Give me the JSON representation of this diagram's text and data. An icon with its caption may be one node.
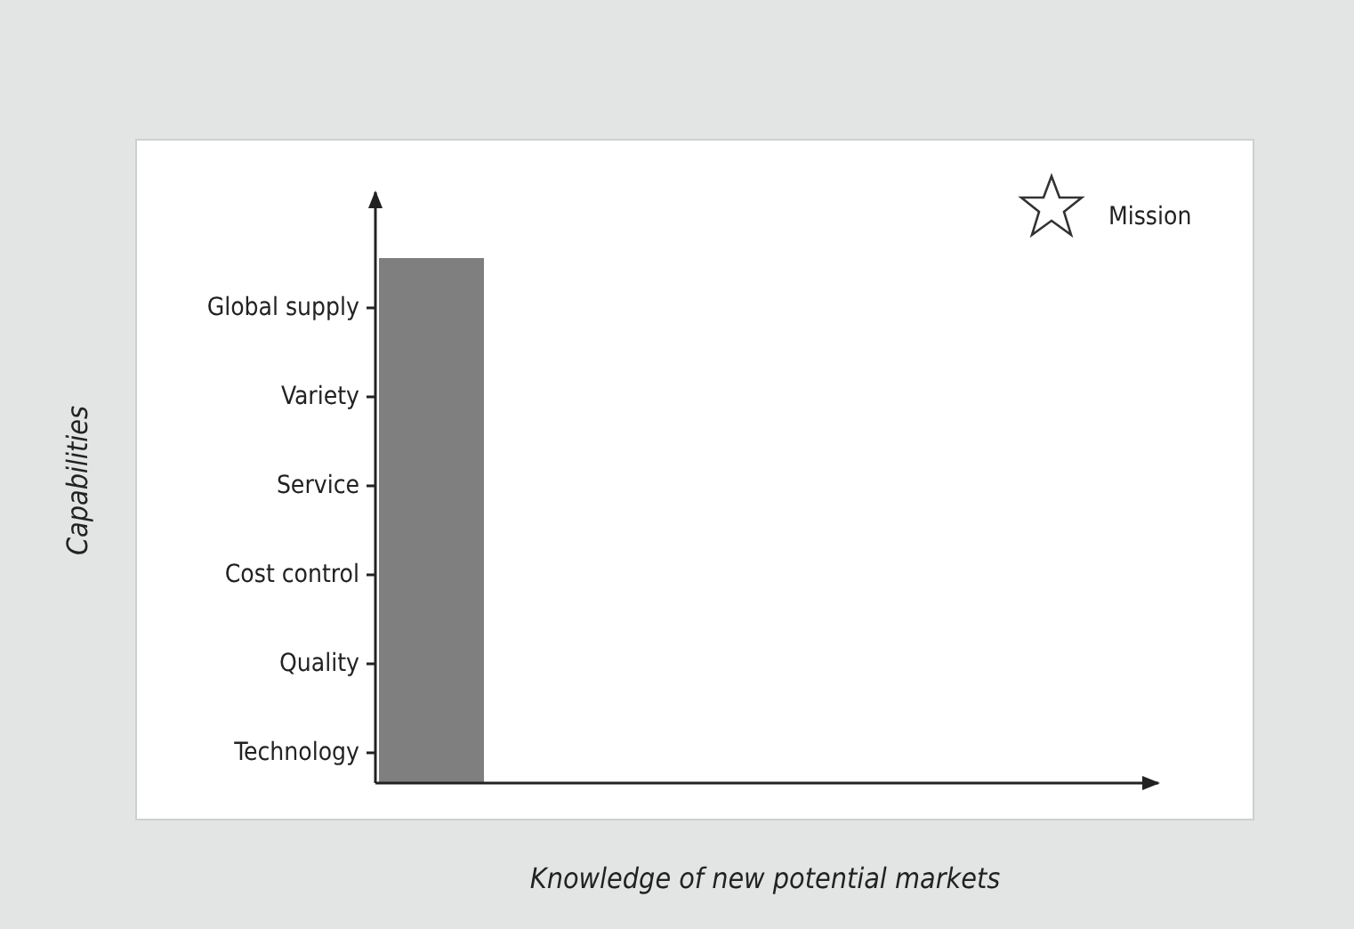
{
  "diagram": {
    "nodes": [
      {
        "text": [],
        "shape": "bar"
      }
    ],
    "labels": [
      "Global supply",
      "Variety",
      "Service",
      "Cost control",
      "Quality",
      "Technology",
      "Capabilities",
      "Knowledge of new potential markets"
    ],
    "legend": [
      {
        "text": "Mission"
      }
    ]
  }
}
